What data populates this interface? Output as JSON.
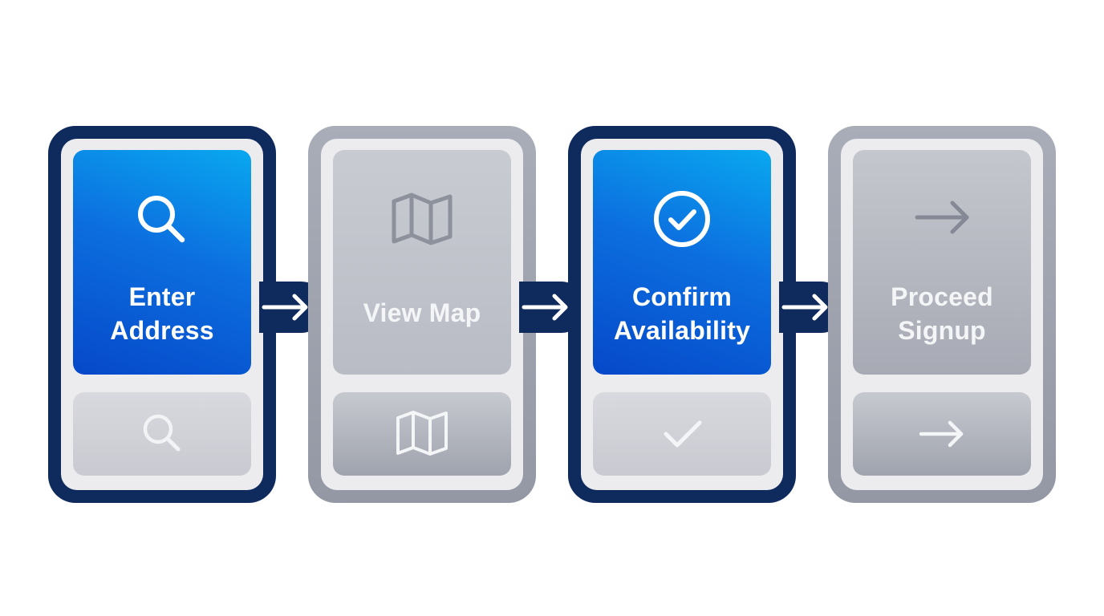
{
  "steps": [
    {
      "line1": "Enter",
      "line2": "Address",
      "icon": "search-icon",
      "state": "active"
    },
    {
      "line1": "View Map",
      "line2": "",
      "icon": "map-icon",
      "state": "inactive"
    },
    {
      "line1": "Confirm",
      "line2": "Availability",
      "icon": "check-circle-icon",
      "state": "active"
    },
    {
      "line1": "Proceed",
      "line2": "Signup",
      "icon": "arrow-right-icon",
      "state": "inactive"
    }
  ],
  "colors": {
    "active_frame": "#0f2a5c",
    "active_panel_start": "#09a8f0",
    "active_panel_end": "#0648c9",
    "inactive_frame": "#9ea2ad",
    "inactive_panel": "#c4c6cd"
  }
}
